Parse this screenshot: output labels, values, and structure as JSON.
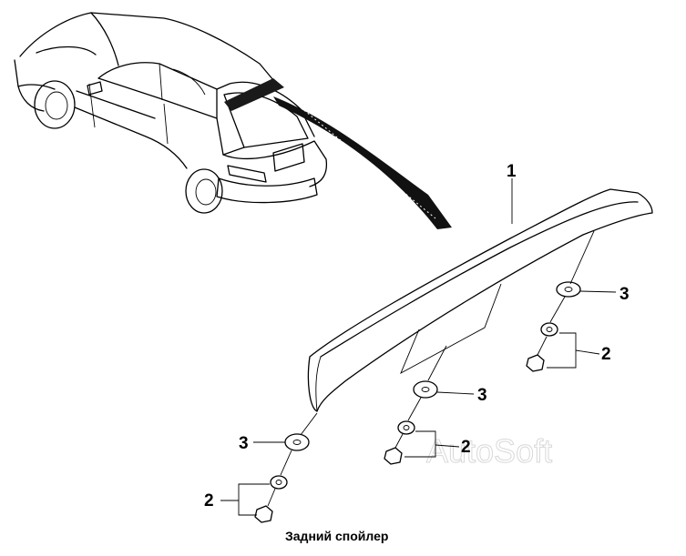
{
  "callouts": {
    "spoiler": "1",
    "washer_right": "3",
    "nuts_right": "2",
    "washer_middle": "3",
    "nuts_middle": "2",
    "washer_left": "3",
    "nuts_left": "2"
  },
  "caption": "Задний спойлер",
  "watermark": "AutoSoft"
}
